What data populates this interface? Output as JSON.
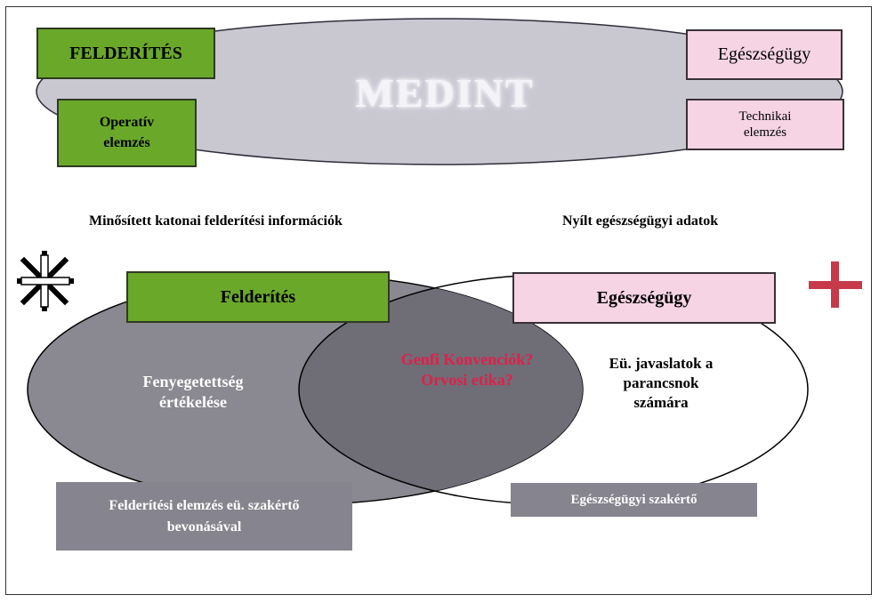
{
  "top": {
    "medint": "MEDINT",
    "felderites": "FELDERÍTÉS",
    "egeszsegugy": "Egészségügy",
    "operativ": "Operatív elemzés",
    "technikai": "Technikai elemzés"
  },
  "info": {
    "left": "Minősített katonai felderítési információk",
    "right": "Nyílt egészségügyi adatok"
  },
  "venn": {
    "left_title": "Felderítés",
    "right_title": "Egészségügy",
    "left_text": "Fenyegetettség értékelése",
    "overlap_text": "Genfi Konvenciók? Orvosi etika?",
    "right_text": "Eü. javaslatok a parancsnok számára",
    "left_expert": "Felderítési elemzés eü. szakértő bevonásával",
    "right_expert": "Egészségügyi szakértő"
  },
  "icons": {
    "left": "asterisk-cross-icon",
    "right": "red-cross-icon"
  },
  "colors": {
    "green": "#6aa82a",
    "pink": "#f6d4e4",
    "grey": "#86848e",
    "venn_left": "#8a8890",
    "red_text": "#e0204a",
    "red_cross": "#c63a4a"
  }
}
